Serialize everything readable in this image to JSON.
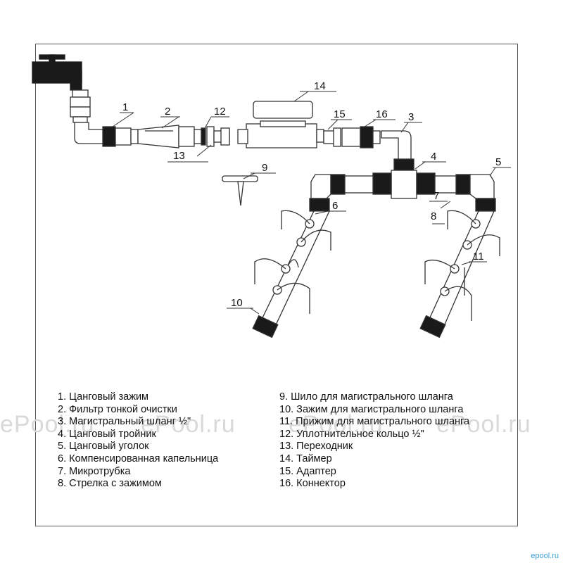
{
  "callouts": {
    "n1": "1",
    "n2": "2",
    "n3a": "3",
    "n4": "4",
    "n5": "5",
    "n6": "6",
    "n7": "7",
    "n8": "8",
    "n9": "9",
    "n10": "10",
    "n11": "11",
    "n12": "12",
    "n13": "13",
    "n14": "14",
    "n15": "15",
    "n16": "16"
  },
  "legend_left": [
    "1. Цанговый зажим",
    "2. Фильтр тонкой очистки",
    "3. Магистральный шланг ½\"",
    "4. Цанговый тройник",
    "5. Цанговый уголок",
    "6. Компенсированная капельница",
    "7. Микротрубка",
    "8. Стрелка с зажимом"
  ],
  "legend_right": [
    "9. Шило для магистрального шланга",
    "10. Зажим для магистрального шланга",
    "11. Прижим для магистрального шланга",
    "12. Уплотнительное кольцо ½\"",
    "13. Переходник",
    "14. Таймер",
    "15. Адаптер",
    "16. Коннектор"
  ],
  "watermark": "ePool.ru",
  "corner_logo": "epool.ru",
  "colors": {
    "line": "#333333",
    "fill": "#ffffff",
    "dark": "#1a1a1a",
    "accent": "#3aa2d8"
  }
}
